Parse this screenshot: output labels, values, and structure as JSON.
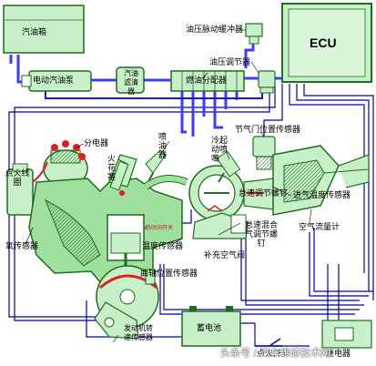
{
  "labels": {
    "fuel_tank": "汽油箱",
    "electric_fuel_pump": "电动汽油泵",
    "fuel_filter": "汽油滤清器",
    "fuel_distributor": "燃油分配器",
    "pressure_pulsation_damper": "油压脉动缓冲器",
    "pressure_regulator": "油压调节器",
    "ecu": "ECU",
    "distributor": "分电器",
    "spark_plug": "火花塞",
    "ignition_coil": "点火线圈",
    "injector": "喷油器",
    "cold_start_injector": "冷起动喷嘴",
    "throttle_position_sensor": "节气门位置传感器",
    "idle_adjust_screw": "怠速调节螺钉",
    "intake_temp_sensor": "进气温度传感器",
    "idle_mixture_screw": "怠速混合气调节螺钉",
    "air_flow_meter": "空气流量计",
    "thermo_time_switch": "热时间开关",
    "temperature_sensor": "温度传感器",
    "auxiliary_air_valve": "补充空气阀",
    "oxygen_sensor": "氧传感器",
    "crankshaft_position_sensor": "曲轴位置传感器",
    "engine_speed_sensor": "发动机转速传感器",
    "battery": "蓄电池",
    "ignition_switch": "点火开关",
    "relay": "继电器"
  },
  "watermark": "头条号 / 汽车维修技术网",
  "colors": {
    "background": "#ffffff",
    "fuel_line": "#3c3cff",
    "fuel_line_dark": "#1a1acc",
    "signal_line": "#0000b0",
    "component_fill": "#c8f0c8",
    "component_stroke": "#1e6e1e",
    "engine_fill": "#9fe09f",
    "accent_red": "#e02020",
    "label_red": "#d01818"
  }
}
